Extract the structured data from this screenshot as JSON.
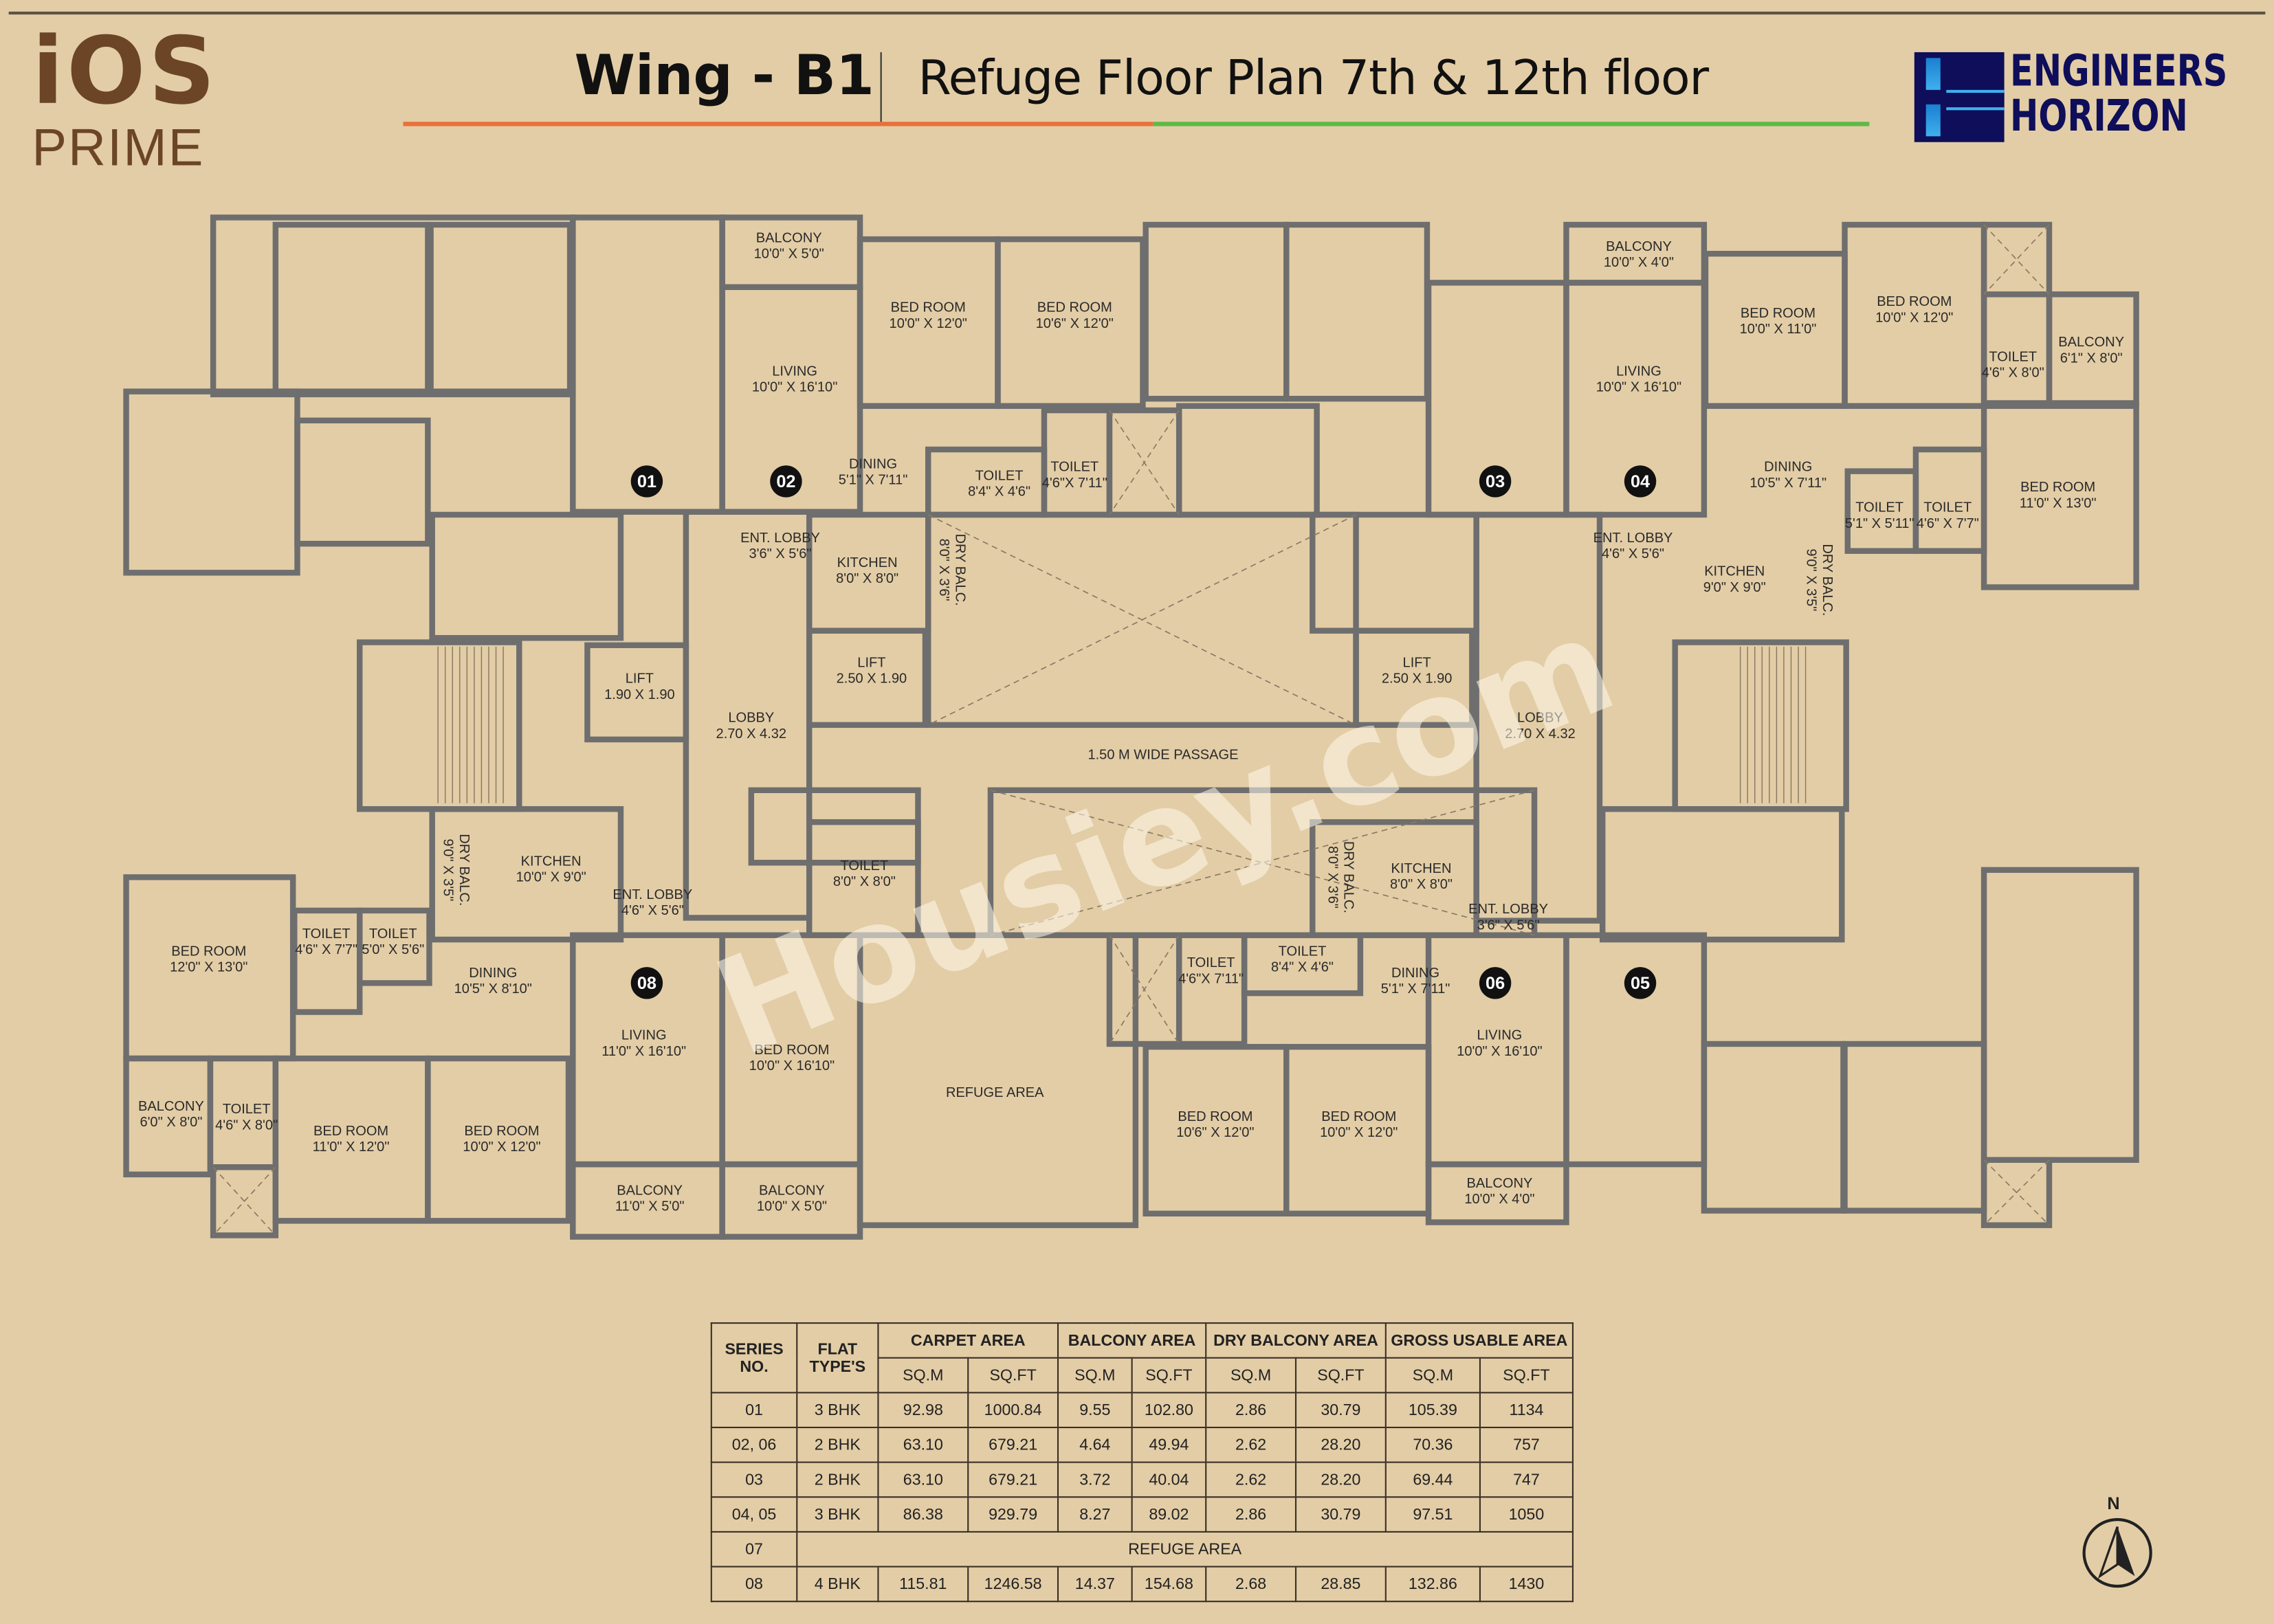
{
  "header": {
    "brand_logo_text": "iOS PRIME",
    "brand_logo_line1": "iOS",
    "brand_logo_line2": "PRIME",
    "wing": "Wing - B1",
    "subtitle": "Refuge Floor Plan 7th & 12th floor",
    "developer_logo_line1": "ENGINEERS",
    "developer_logo_line2": "HORIZON",
    "rule_colors": [
      "#e8703a",
      "#5db946"
    ]
  },
  "colors": {
    "background": "#e3cda6",
    "wall": "#6e6e6e",
    "brand": "#6b4526",
    "developer": "#0e0e5a"
  },
  "watermark": "Housiey.com",
  "north_label": "N",
  "flat_numbers": [
    "01",
    "02",
    "03",
    "04",
    "08",
    "06",
    "05"
  ],
  "passage_label": "1.50 M WIDE PASSAGE",
  "rooms": [
    {
      "name": "BALCONY",
      "size": "10'0\" X 5'0\""
    },
    {
      "name": "LIVING",
      "size": "10'0\" X 16'10\""
    },
    {
      "name": "BED ROOM",
      "size": "10'0\" X 12'0\""
    },
    {
      "name": "BED ROOM",
      "size": "10'6\" X 12'0\""
    },
    {
      "name": "DINING",
      "size": "5'1\" X 7'11\""
    },
    {
      "name": "TOILET",
      "size": "8'4\" X 4'6\""
    },
    {
      "name": "TOILET",
      "size": "4'6\"X 7'11\""
    },
    {
      "name": "ENT. LOBBY",
      "size": "3'6\" X 5'6\""
    },
    {
      "name": "KITCHEN",
      "size": "8'0\" X 8'0\""
    },
    {
      "name": "DRY BALC.",
      "size": "8'0\" X 3'6\""
    },
    {
      "name": "LIFT",
      "size": "1.90 X 1.90"
    },
    {
      "name": "LIFT",
      "size": "2.50 X 1.90"
    },
    {
      "name": "LOBBY",
      "size": "2.70 X 4.32"
    },
    {
      "name": "LIFT",
      "size": "2.50 X 1.90"
    },
    {
      "name": "LOBBY",
      "size": "2.70 X 4.32"
    },
    {
      "name": "BALCONY",
      "size": "10'0\" X 4'0\""
    },
    {
      "name": "LIVING",
      "size": "10'0\" X 16'10\""
    },
    {
      "name": "BED ROOM",
      "size": "10'0\" X 11'0\""
    },
    {
      "name": "BED ROOM",
      "size": "10'0\" X 12'0\""
    },
    {
      "name": "TOILET",
      "size": "4'6\" X 8'0\""
    },
    {
      "name": "BALCONY",
      "size": "6'1\" X 8'0\""
    },
    {
      "name": "DINING",
      "size": "10'5\" X 7'11\""
    },
    {
      "name": "TOILET",
      "size": "5'1\" X 5'11\""
    },
    {
      "name": "TOILET",
      "size": "4'6\" X 7'7\""
    },
    {
      "name": "BED ROOM",
      "size": "11'0\" X 13'0\""
    },
    {
      "name": "ENT. LOBBY",
      "size": "4'6\" X 5'6\""
    },
    {
      "name": "KITCHEN",
      "size": "9'0\" X 9'0\""
    },
    {
      "name": "DRY BALC.",
      "size": "9'0\" X 3'5\""
    },
    {
      "name": "DRY BALC.",
      "size": "9'0\" X 3'5\""
    },
    {
      "name": "KITCHEN",
      "size": "10'0\" X 9'0\""
    },
    {
      "name": "ENT. LOBBY",
      "size": "4'6\" X 5'6\""
    },
    {
      "name": "TOILET",
      "size": "8'0\" X 8'0\""
    },
    {
      "name": "DRY BALC.",
      "size": "8'0\" X 3'6\""
    },
    {
      "name": "KITCHEN",
      "size": "8'0\" X 8'0\""
    },
    {
      "name": "ENT. LOBBY",
      "size": "3'6\" X 5'6\""
    },
    {
      "name": "BED ROOM",
      "size": "12'0\" X 13'0\""
    },
    {
      "name": "TOILET",
      "size": "4'6\" X 7'7\""
    },
    {
      "name": "TOILET",
      "size": "5'0\" X 5'6\""
    },
    {
      "name": "DINING",
      "size": "10'5\" X 8'10\""
    },
    {
      "name": "LIVING",
      "size": "11'0\" X 16'10\""
    },
    {
      "name": "BED ROOM",
      "size": "10'0\" X 16'10\""
    },
    {
      "name": "REFUGE AREA",
      "size": ""
    },
    {
      "name": "TOILET",
      "size": "4'6\"X 7'11\""
    },
    {
      "name": "TOILET",
      "size": "8'4\" X 4'6\""
    },
    {
      "name": "DINING",
      "size": "5'1\" X 7'11\""
    },
    {
      "name": "LIVING",
      "size": "10'0\" X 16'10\""
    },
    {
      "name": "BED ROOM",
      "size": "10'6\" X 12'0\""
    },
    {
      "name": "BED ROOM",
      "size": "10'0\" X 12'0\""
    },
    {
      "name": "BALCONY",
      "size": "10'0\" X 4'0\""
    },
    {
      "name": "BALCONY",
      "size": "6'0\" X 8'0\""
    },
    {
      "name": "TOILET",
      "size": "4'6\" X 8'0\""
    },
    {
      "name": "BED ROOM",
      "size": "11'0\" X 12'0\""
    },
    {
      "name": "BED ROOM",
      "size": "10'0\" X 12'0\""
    },
    {
      "name": "BALCONY",
      "size": "11'0\" X 5'0\""
    },
    {
      "name": "BALCONY",
      "size": "10'0\" X 5'0\""
    }
  ],
  "area_table": {
    "headers": {
      "series": "SERIES NO.",
      "flat_type": "FLAT TYPE'S",
      "carpet": "CARPET AREA",
      "balcony": "BALCONY AREA",
      "dry_balcony": "DRY BALCONY AREA",
      "gross": "GROSS USABLE AREA",
      "sqm": "SQ.M",
      "sqft": "SQ.FT"
    },
    "rows": [
      {
        "series": "01",
        "type": "3 BHK",
        "values": [
          "92.98",
          "1000.84",
          "9.55",
          "102.80",
          "2.86",
          "30.79",
          "105.39",
          "1134"
        ]
      },
      {
        "series": "02, 06",
        "type": "2 BHK",
        "values": [
          "63.10",
          "679.21",
          "4.64",
          "49.94",
          "2.62",
          "28.20",
          "70.36",
          "757"
        ]
      },
      {
        "series": "03",
        "type": "2 BHK",
        "values": [
          "63.10",
          "679.21",
          "3.72",
          "40.04",
          "2.62",
          "28.20",
          "69.44",
          "747"
        ]
      },
      {
        "series": "04, 05",
        "type": "3 BHK",
        "values": [
          "86.38",
          "929.79",
          "8.27",
          "89.02",
          "2.86",
          "30.79",
          "97.51",
          "1050"
        ]
      },
      {
        "series": "07",
        "merged": "REFUGE AREA"
      },
      {
        "series": "08",
        "type": "4 BHK",
        "values": [
          "115.81",
          "1246.58",
          "14.37",
          "154.68",
          "2.68",
          "28.85",
          "132.86",
          "1430"
        ]
      }
    ]
  }
}
